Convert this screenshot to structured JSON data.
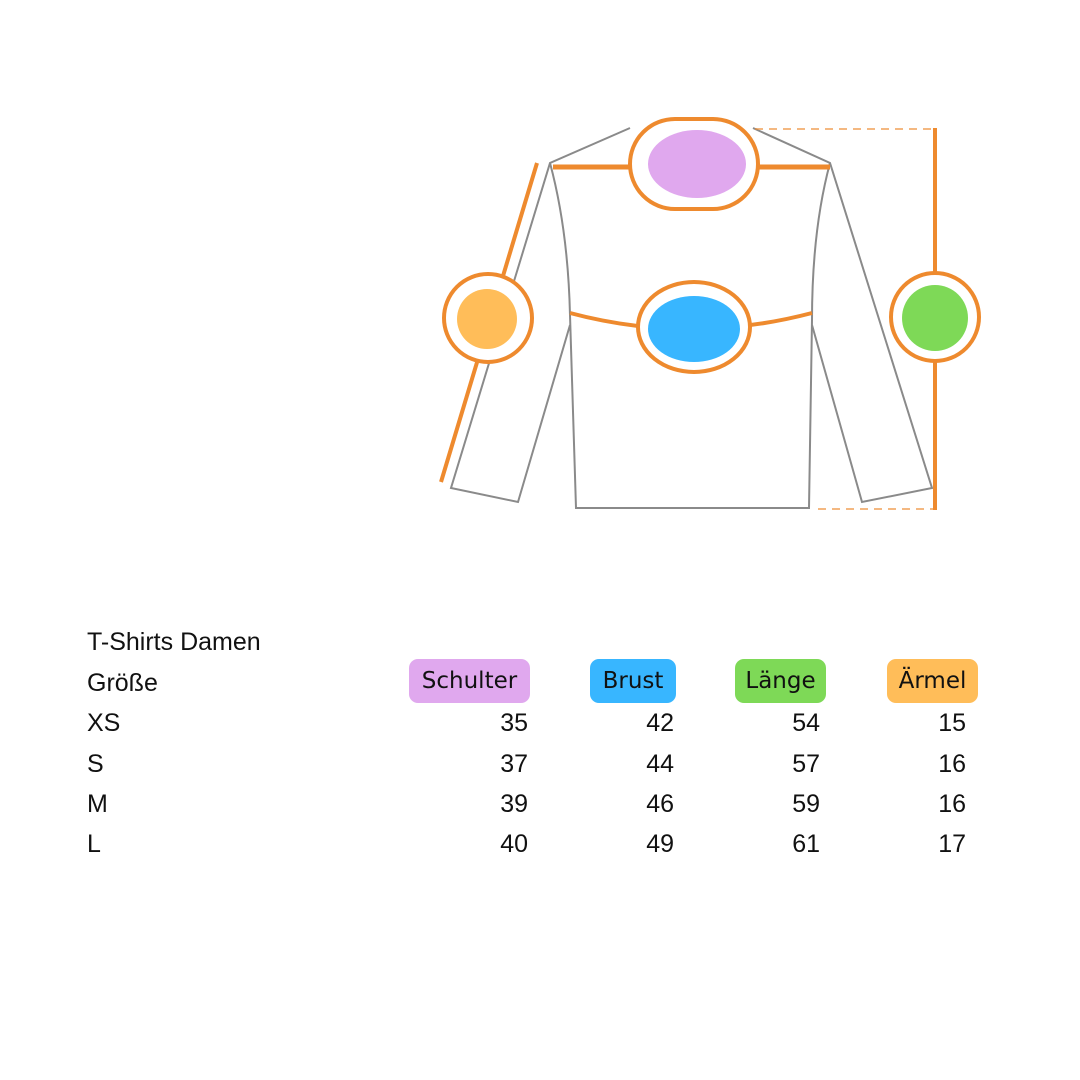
{
  "table": {
    "title": "T-Shirts Damen",
    "size_header": "Größe",
    "columns": [
      {
        "label": "Schulter",
        "color": "#E0A8EE"
      },
      {
        "label": "Brust",
        "color": "#38B6FF"
      },
      {
        "label": "Länge",
        "color": "#7ED957"
      },
      {
        "label": "Ärmel",
        "color": "#FFBD59"
      }
    ],
    "rows": [
      {
        "size": "XS",
        "values": [
          "35",
          "42",
          "54",
          "15"
        ]
      },
      {
        "size": "S",
        "values": [
          "37",
          "44",
          "57",
          "16"
        ]
      },
      {
        "size": "M",
        "values": [
          "39",
          "46",
          "59",
          "16"
        ]
      },
      {
        "size": "L",
        "values": [
          "40",
          "49",
          "61",
          "17"
        ]
      }
    ]
  },
  "diagram": {
    "accent_color": "#EE8A2E",
    "outline_color": "#8a8a8a",
    "markers": [
      {
        "name": "schulter",
        "color": "#E0A8EE"
      },
      {
        "name": "brust",
        "color": "#38B6FF"
      },
      {
        "name": "laenge",
        "color": "#7ED957"
      },
      {
        "name": "aermel",
        "color": "#FFBD59"
      }
    ]
  }
}
